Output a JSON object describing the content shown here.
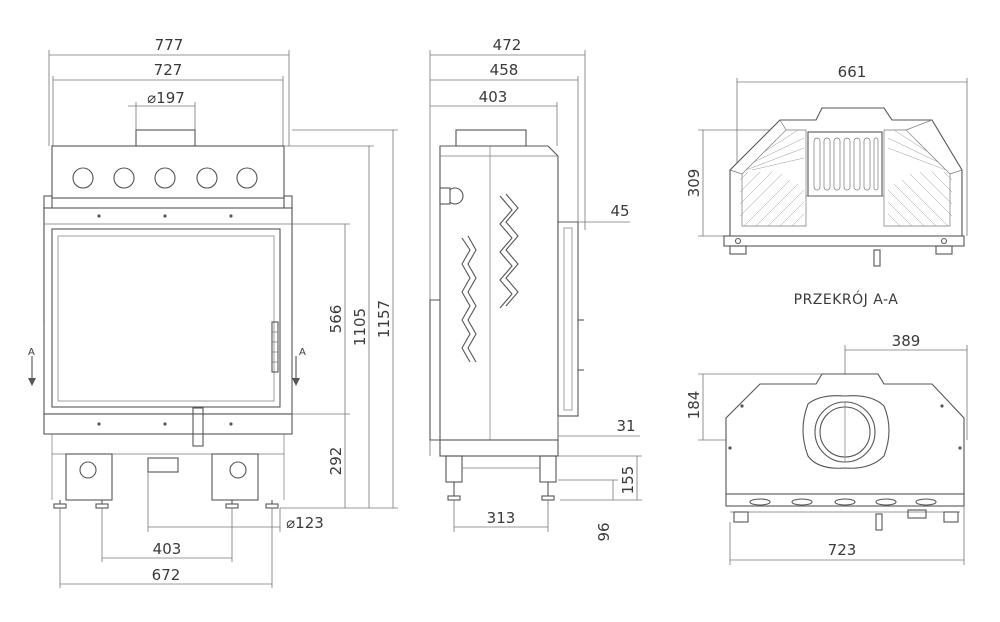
{
  "front_view": {
    "dim_width_outer": "777",
    "dim_width_inner": "727",
    "dim_flue_diameter": "⌀197",
    "dim_height_total": "1157",
    "dim_height_body": "1105",
    "dim_glass_height": "566",
    "dim_base_height": "292",
    "dim_leg_diameter": "⌀123",
    "dim_leg_spacing_inner": "403",
    "dim_leg_spacing_outer": "672"
  },
  "side_view": {
    "dim_depth_total": "472",
    "dim_depth_458": "458",
    "dim_depth_403": "403",
    "dim_door_offset": "45",
    "dim_frame_offset": "31",
    "dim_leg_height": "155",
    "dim_foot_height": "96",
    "dim_leg_spacing": "313"
  },
  "section_view": {
    "dim_width": "661",
    "dim_height": "309",
    "caption": "PRZEKRÓJ A-A"
  },
  "top_view": {
    "dim_flue_offset": "389",
    "dim_height": "184",
    "dim_width": "723"
  },
  "section_marker": "A"
}
